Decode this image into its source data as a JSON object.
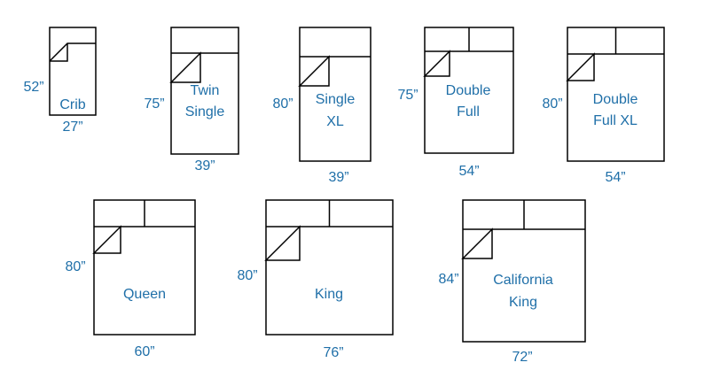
{
  "colors": {
    "outline": "#000000",
    "label": "#1f6fa8",
    "background": "#ffffff"
  },
  "beds": [
    {
      "id": "crib",
      "name_lines": [
        "Crib"
      ],
      "width": "27”",
      "length": "52”",
      "pillows": 0
    },
    {
      "id": "twin-single",
      "name_lines": [
        "Twin",
        "Single"
      ],
      "width": "39”",
      "length": "75”",
      "pillows": 1
    },
    {
      "id": "single-xl",
      "name_lines": [
        "Single",
        "XL"
      ],
      "width": "39”",
      "length": "80”",
      "pillows": 1
    },
    {
      "id": "double-full",
      "name_lines": [
        "Double",
        "Full"
      ],
      "width": "54”",
      "length": "75”",
      "pillows": 2
    },
    {
      "id": "double-full-xl",
      "name_lines": [
        "Double",
        "Full XL"
      ],
      "width": "54”",
      "length": "80”",
      "pillows": 2
    },
    {
      "id": "queen",
      "name_lines": [
        "Queen"
      ],
      "width": "60”",
      "length": "80”",
      "pillows": 2
    },
    {
      "id": "king",
      "name_lines": [
        "King"
      ],
      "width": "76”",
      "length": "80”",
      "pillows": 2
    },
    {
      "id": "california-king",
      "name_lines": [
        "California",
        "King"
      ],
      "width": "72”",
      "length": "84”",
      "pillows": 2
    }
  ]
}
